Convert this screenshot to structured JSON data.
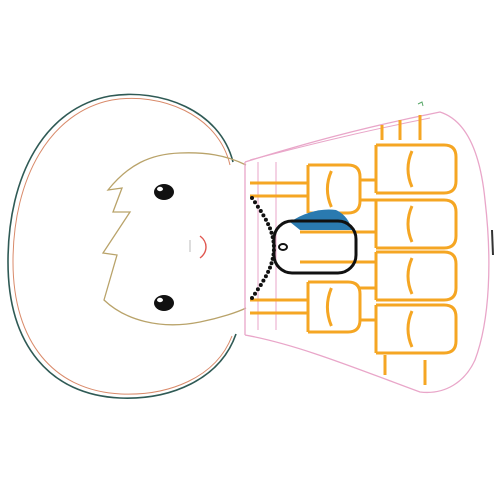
{
  "colors": {
    "background": "#ffffff",
    "head_outline_outer": "#2f5a55",
    "head_outline_accent": "#d98a6a",
    "hair_outline": "#b9a36a",
    "eye": "#111111",
    "mouth": "#e0564f",
    "body_outline": "#e9a6c9",
    "seat": "#f5a623",
    "cartridge_fill": "#2a7ab0",
    "cartridge_outline": "#111111",
    "dots": "#111111",
    "accent_green": "#5aa86a",
    "side_bar": "#333333"
  },
  "elements": {
    "head": "head-shape",
    "face": "face-hair",
    "eyes": [
      "left-eye",
      "right-eye"
    ],
    "mouth": "mouth-mark",
    "body": "body-panel",
    "seats": "seat-grid",
    "cartridge": "center-cartridge",
    "dots": "dotted-arc"
  }
}
